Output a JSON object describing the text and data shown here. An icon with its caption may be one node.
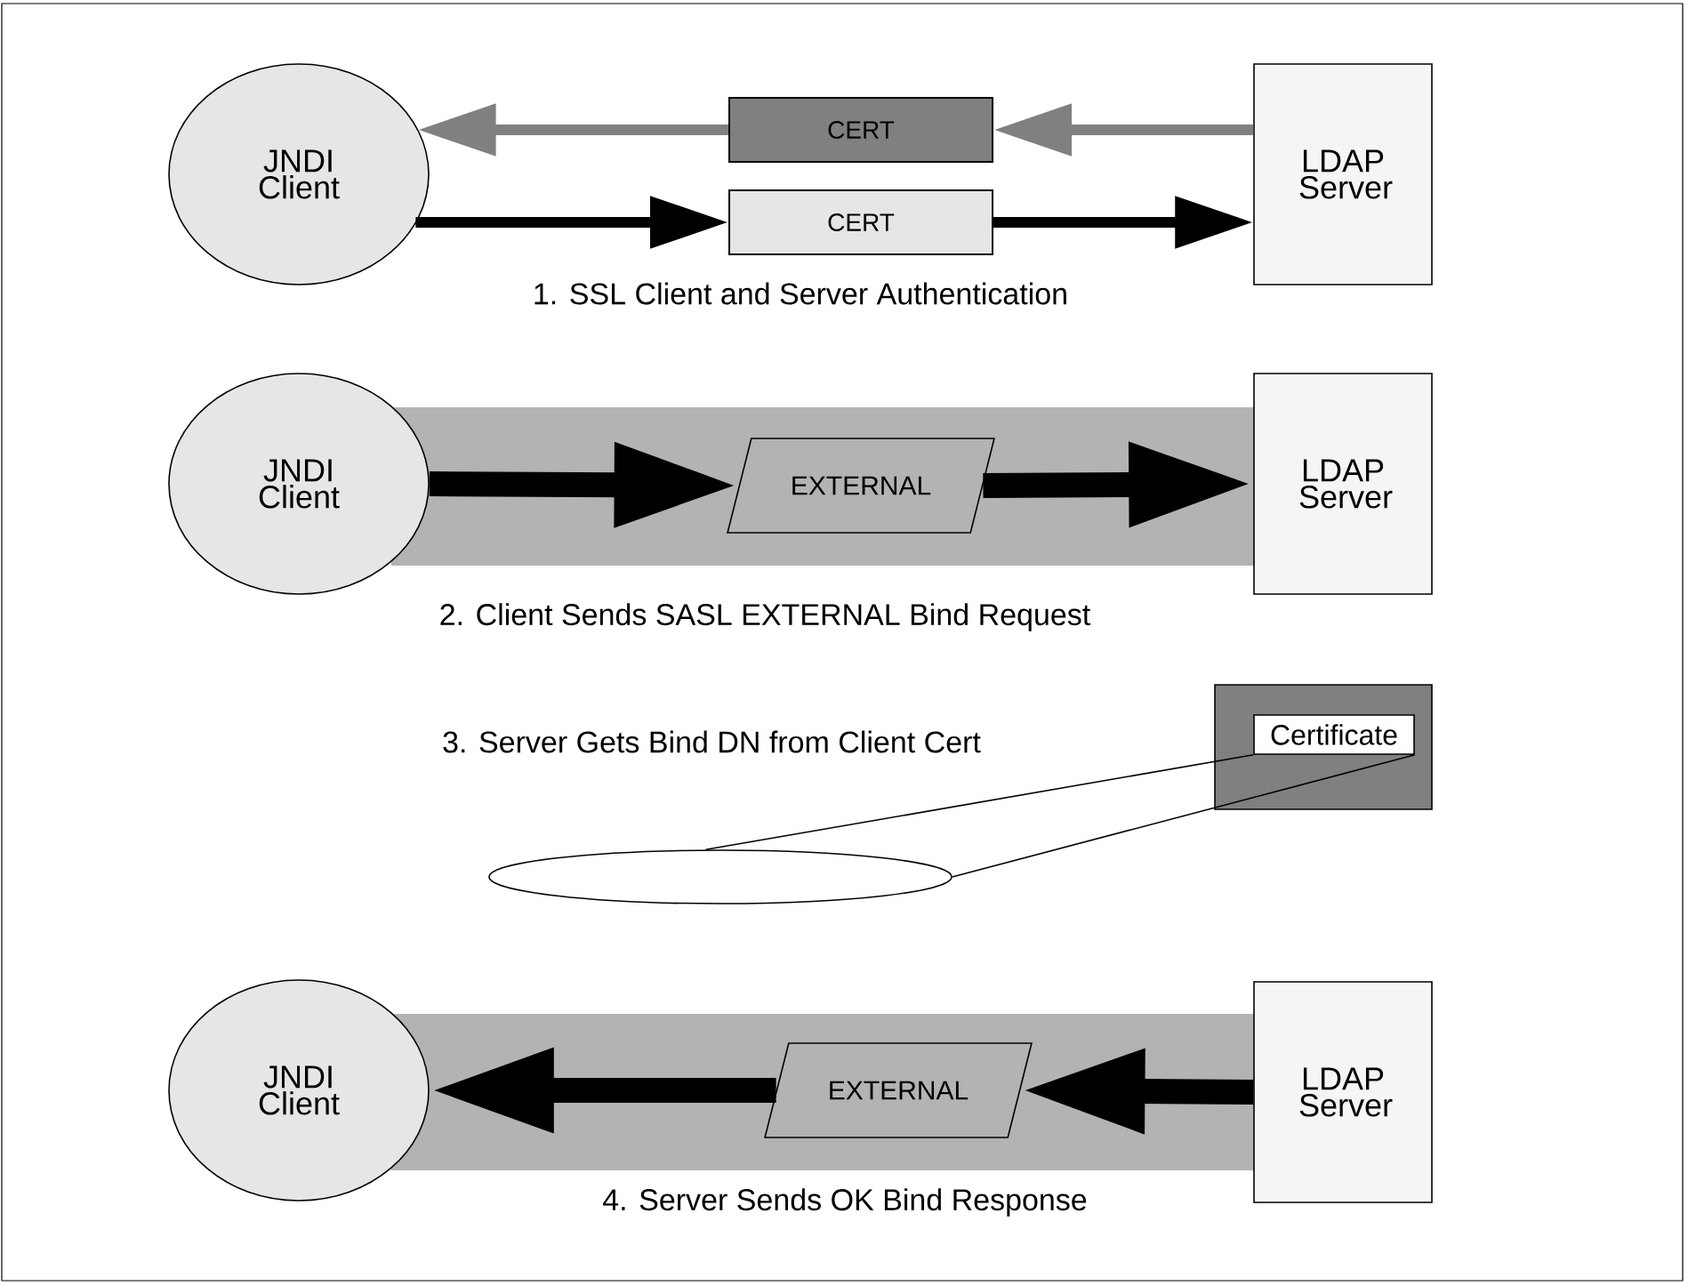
{
  "diagram": {
    "nodes": [
      {
        "text": [
          "JNDI Client"
        ]
      },
      {
        "text": [
          "CERT"
        ]
      },
      {
        "text": [
          "LDAP Server"
        ]
      },
      {
        "text": [
          "CERT"
        ]
      },
      {
        "text": [
          "JNDI Client"
        ]
      },
      {
        "text": [
          "EXTERNAL"
        ]
      },
      {
        "text": [
          "LDAP Server"
        ]
      },
      {
        "text": [],
        "shape": "box"
      },
      {
        "text": [
          "Certificate"
        ],
        "in": 7
      },
      {
        "text": [],
        "shape": "ellipse"
      },
      {
        "text": [
          "JNDI Client"
        ]
      },
      {
        "text": [
          "EXTERNAL"
        ]
      },
      {
        "text": [
          "LDAP Server"
        ]
      }
    ],
    "edges": [
      {
        "from": 2,
        "to": 1,
        "arrow": "to",
        "color": "#808080"
      },
      {
        "from": 1,
        "to": 0,
        "arrow": "to",
        "color": "#808080"
      },
      {
        "from": 0,
        "to": 3,
        "arrow": "to"
      },
      {
        "from": 3,
        "to": 2,
        "arrow": "to"
      },
      {
        "from": 4,
        "to": 5,
        "arrow": "to",
        "style": "thick"
      },
      {
        "from": 5,
        "to": 6,
        "arrow": "to",
        "style": "thick"
      },
      {
        "from": 8,
        "to": 9,
        "arrow": "none"
      },
      {
        "from": 8,
        "to": 9,
        "arrow": "none"
      },
      {
        "from": 12,
        "to": 11,
        "arrow": "to",
        "style": "thick"
      },
      {
        "from": 11,
        "to": 10,
        "arrow": "to",
        "style": "thick"
      }
    ],
    "labels": [
      "1. SSL Client and Server Authentication",
      "2. Client Sends SASL EXTERNAL Bind Request",
      "3. Server Gets Bind DN from Client Cert",
      "4. Server Sends OK Bind Response"
    ]
  }
}
